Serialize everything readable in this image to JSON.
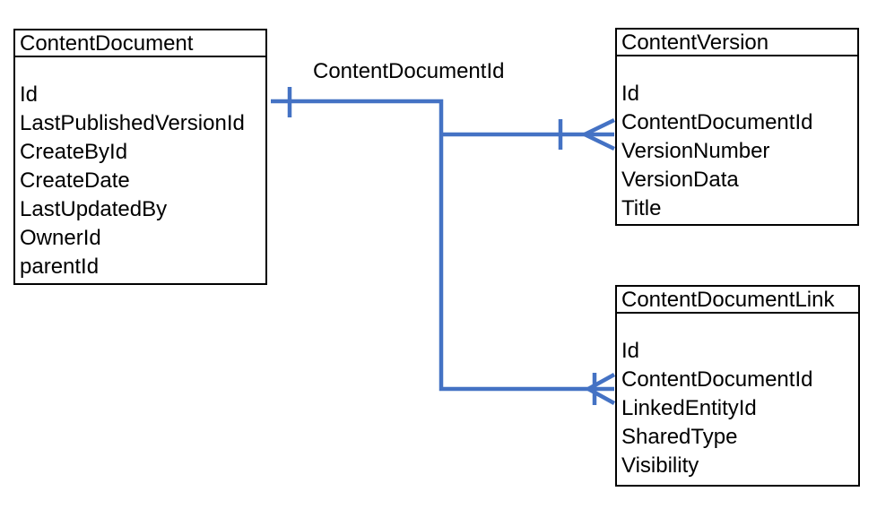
{
  "diagram": {
    "relationship_label": "ContentDocumentId",
    "connector_color": "#4472C4",
    "border_color": "#000000",
    "background_color": "#ffffff",
    "entities": [
      {
        "title": "ContentDocument",
        "fields": [
          "Id",
          "LastPublishedVersionId",
          "CreateById",
          "CreateDate",
          "LastUpdatedBy",
          "OwnerId",
          "parentId"
        ]
      },
      {
        "title": "ContentVersion",
        "fields": [
          "Id",
          "ContentDocumentId",
          "VersionNumber",
          "VersionData",
          "Title"
        ]
      },
      {
        "title": "ContentDocumentLink",
        "fields": [
          "Id",
          "ContentDocumentId",
          "LinkedEntityId",
          "SharedType",
          "Visibility"
        ]
      }
    ],
    "cardinality": {
      "contentdocument_end": "one",
      "contentversion_end": "one-to-many",
      "contentdocumentlink_end": "one-to-many"
    }
  }
}
